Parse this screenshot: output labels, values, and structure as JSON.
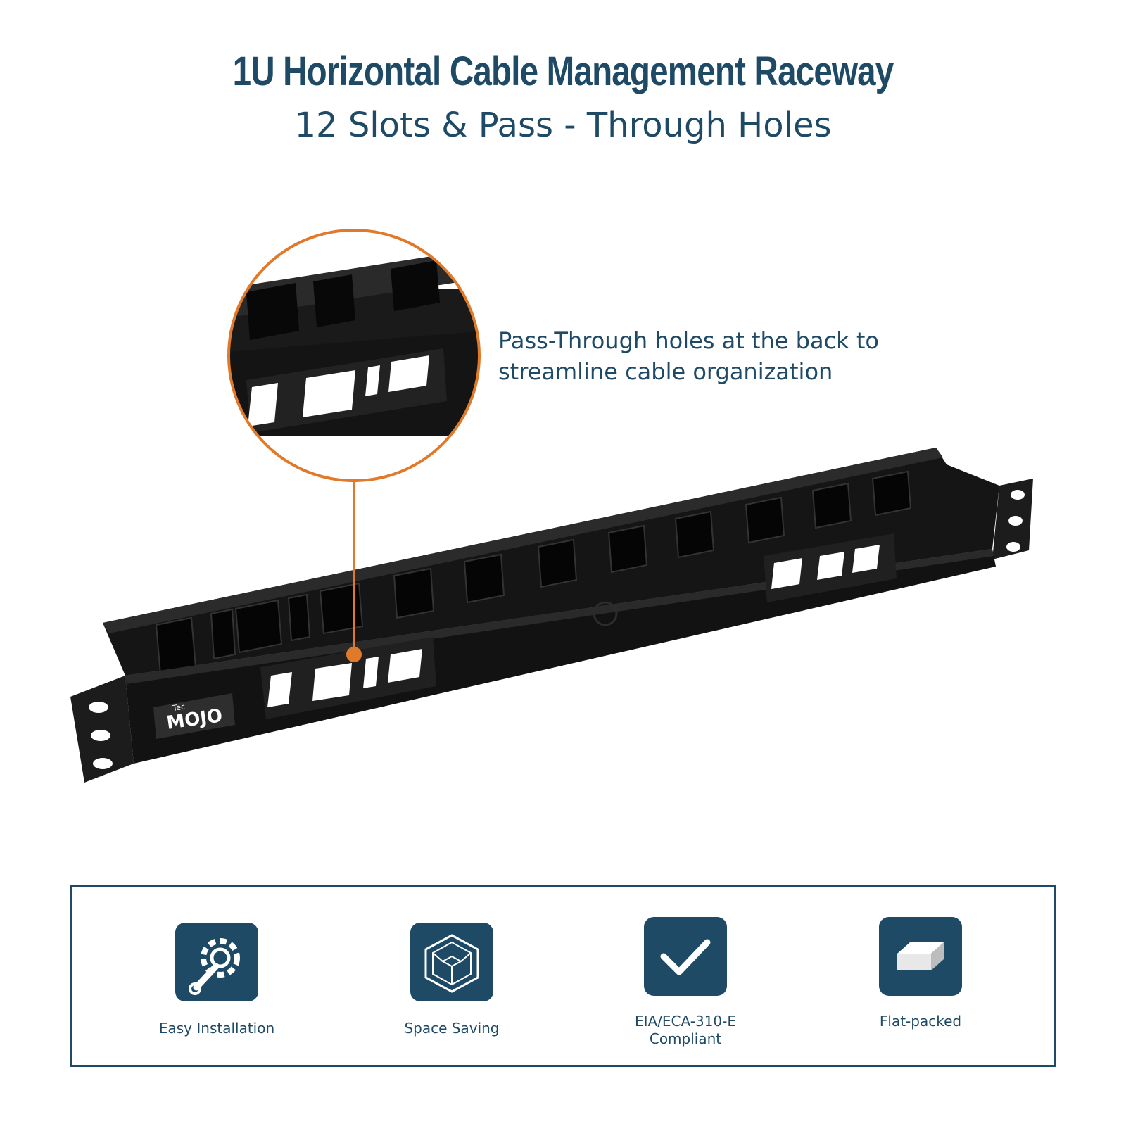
{
  "header": {
    "title": "1U Horizontal Cable Management Raceway",
    "subtitle": "12 Slots & Pass - Through Holes"
  },
  "callout": {
    "line1": "Pass-Through holes at the back to",
    "line2": "streamline cable organization"
  },
  "product": {
    "logo_small": "Tec",
    "logo_main": "MOJO"
  },
  "features": [
    {
      "label": "Easy Installation",
      "icon": "wrench-gear-icon"
    },
    {
      "label": "Space Saving",
      "icon": "cube-icon"
    },
    {
      "label": "EIA/ECA-310-E",
      "label2": "Compliant",
      "icon": "checkmark-icon"
    },
    {
      "label": "Flat-packed",
      "icon": "flat-box-icon"
    }
  ],
  "colors": {
    "navy": "#1f4a66",
    "orange": "#e07a2a",
    "product_black": "#151515"
  }
}
